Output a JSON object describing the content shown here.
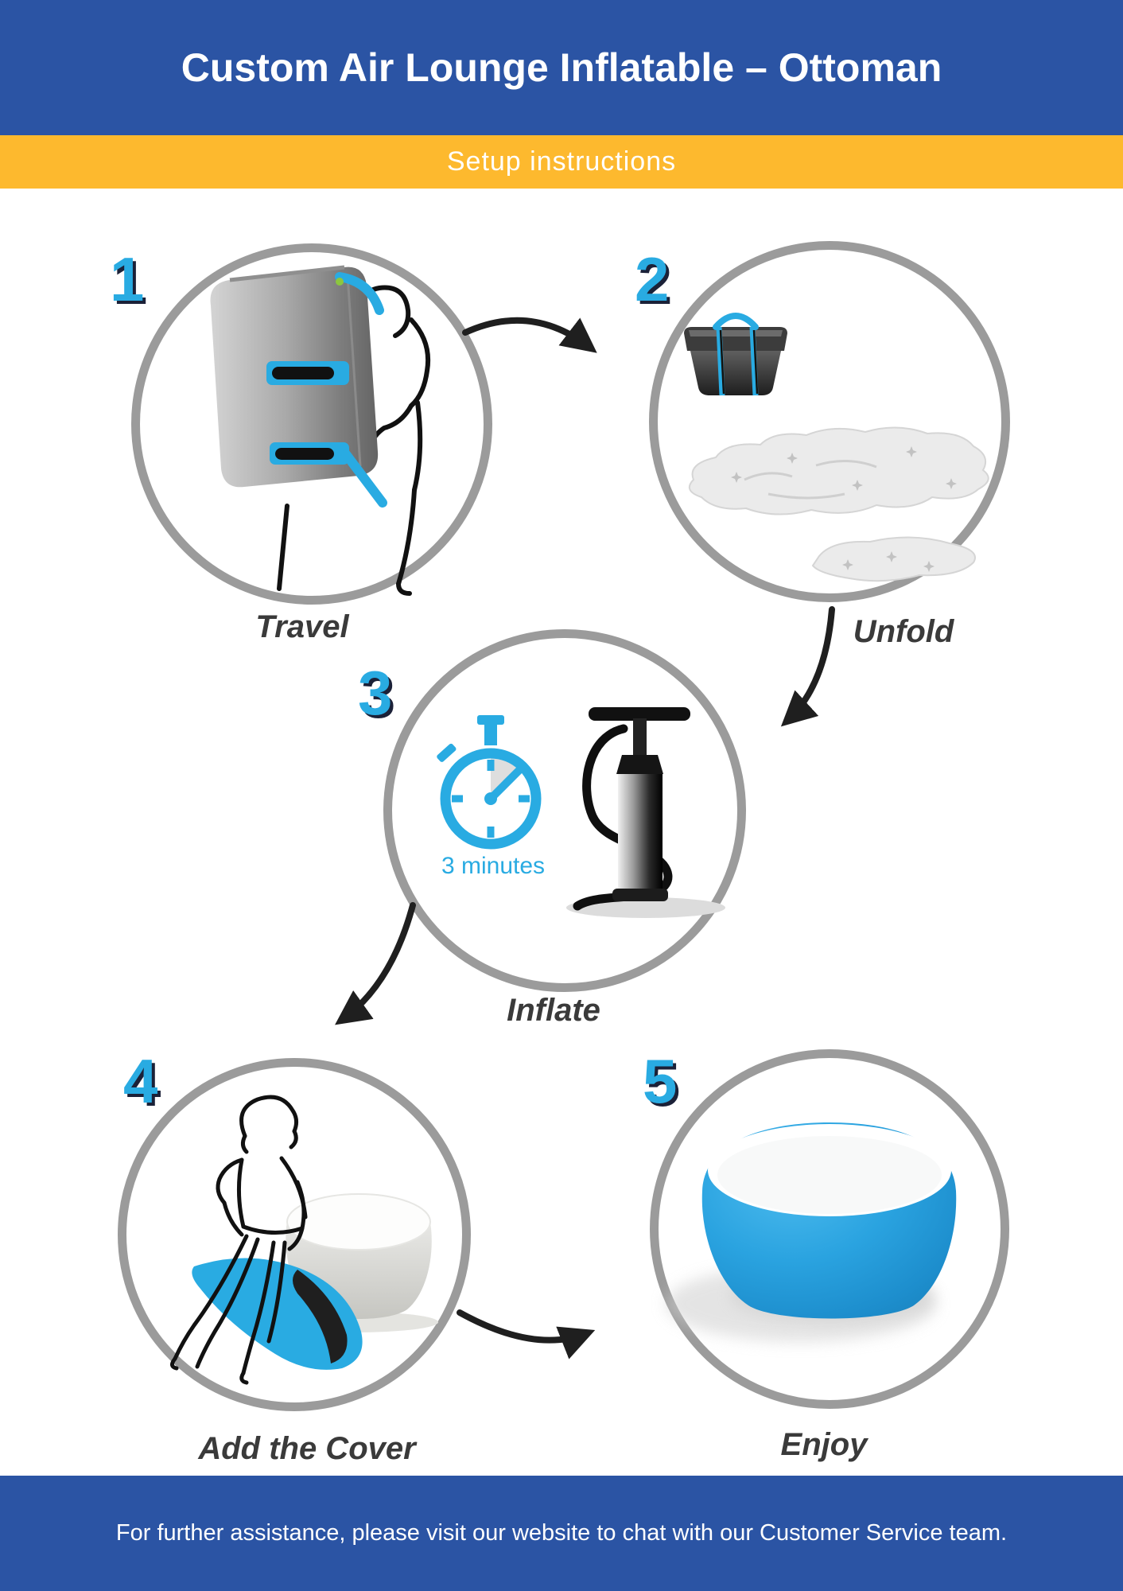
{
  "header": {
    "title": "Custom Air Lounge Inflatable – Ottoman",
    "subtitle": "Setup instructions"
  },
  "steps": [
    {
      "number": "1",
      "label": "Travel"
    },
    {
      "number": "2",
      "label": "Unfold"
    },
    {
      "number": "3",
      "label": "Inflate",
      "timer_text": "3 minutes"
    },
    {
      "number": "4",
      "label": "Add the Cover"
    },
    {
      "number": "5",
      "label": "Enjoy"
    }
  ],
  "footer": {
    "text": "For further assistance, please visit our website  to chat with our Customer Service team."
  },
  "colors": {
    "header_blue": "#2b54a4",
    "banner_orange": "#fdb92e",
    "accent_blue": "#29abe2",
    "circle_gray": "#9b9b9b",
    "label_gray": "#3a3a3a",
    "arrow_black": "#1f1f1f"
  }
}
